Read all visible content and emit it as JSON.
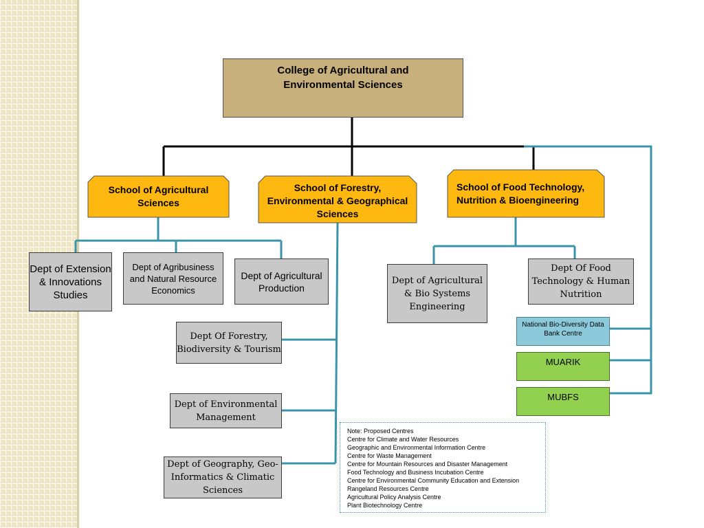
{
  "college": {
    "title_line1": "College of Agricultural and",
    "title_line2": "Environmental Sciences"
  },
  "schools": {
    "agricultural": "School of Agricultural Sciences",
    "forestry": "School of Forestry, Environmental & Geographical Sciences",
    "food": "School of Food Technology, Nutrition & Bioengineering"
  },
  "departments": {
    "extension": "Dept of Extension & Innovations Studies",
    "agribusiness": "Dept of Agribusiness and Natural Resource Economics",
    "agri_production": "Dept of Agricultural Production",
    "forestry": "Dept Of Forestry, Biodiversity & Tourism",
    "environmental": "Dept of Environmental Management",
    "geography": "Dept of Geography, Geo-Informatics & Climatic Sciences",
    "bio_systems": "Dept of Agricultural & Bio Systems Engineering",
    "food_tech": "Dept Of Food Technology & Human Nutrition"
  },
  "centres": {
    "biodiversity": "National Bio-Diversity Data Bank Centre",
    "muarik": "MUARIK",
    "mubfs": "MUBFS"
  },
  "note": {
    "title": "Note: Proposed Centres",
    "items": [
      "Centre for Climate and Water Resources",
      "Geographic and Environmental Information Centre",
      "Centre for Waste Management",
      "Centre for Mountain Resources and Disaster Management",
      "Food Technology and Business Incubation Centre",
      "Centre for Environmental Community Education and Extension",
      "Rangeland Resources Centre",
      "Agricultural Policy Analysis Centre",
      "Plant Biotechnology Centre"
    ]
  },
  "colors": {
    "college": "#c8b07c",
    "school": "#ffb80f",
    "department": "#c8c8c8",
    "biodiversity_centre": "#8ccadb",
    "field_station": "#92d050",
    "connector_main": "#000000",
    "connector_branch": "#3a93a8"
  }
}
